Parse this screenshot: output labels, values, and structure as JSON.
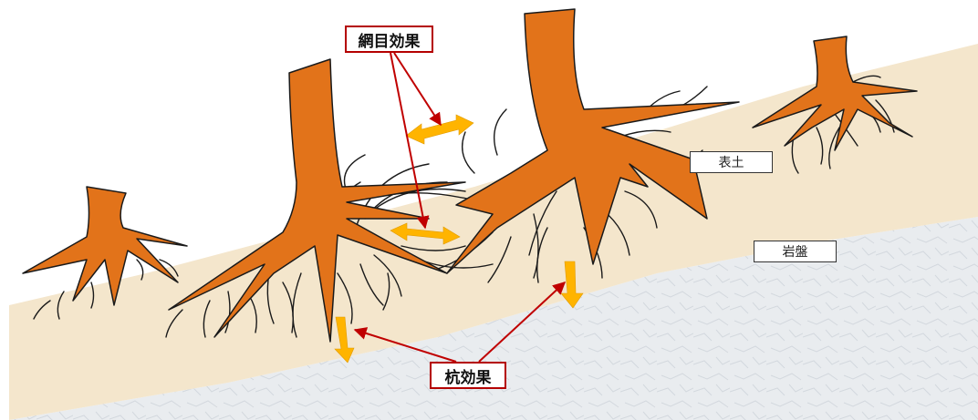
{
  "labels": {
    "mesh_effect": "網目効果",
    "pile_effect": "杭効果",
    "topsoil": "表土",
    "bedrock": "岩盤"
  },
  "colors": {
    "root": "#e2731a",
    "root_outline": "#1a1a1a",
    "fine_root": "#1a1a1a",
    "topsoil": "#f4e6cc",
    "bedrock": "#e9ecef",
    "effect_arrow": "#ffb400",
    "callout_border": "#b40000",
    "pointer_line": "#c00000"
  }
}
